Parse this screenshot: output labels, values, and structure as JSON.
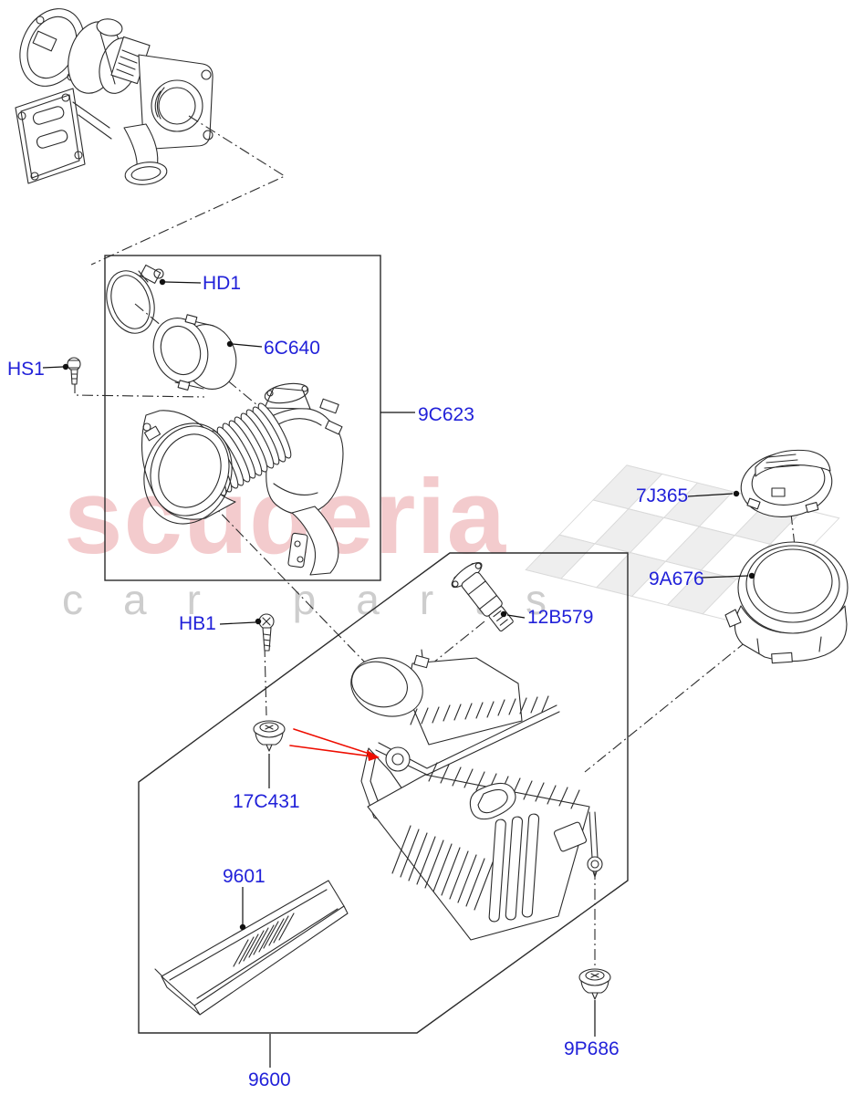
{
  "watermark": {
    "brand": "scuderia",
    "subtitle": "car parts"
  },
  "colors": {
    "label_blue": "#2121d9",
    "line_dark": "#2b2b2b",
    "arrow_red": "#ee0d00"
  },
  "parts": [
    {
      "code": "HD1"
    },
    {
      "code": "6C640"
    },
    {
      "code": "HS1"
    },
    {
      "code": "9C623"
    },
    {
      "code": "7J365"
    },
    {
      "code": "9A676"
    },
    {
      "code": "12B579"
    },
    {
      "code": "HB1"
    },
    {
      "code": "17C431"
    },
    {
      "code": "9601"
    },
    {
      "code": "9600"
    },
    {
      "code": "9P686"
    }
  ]
}
